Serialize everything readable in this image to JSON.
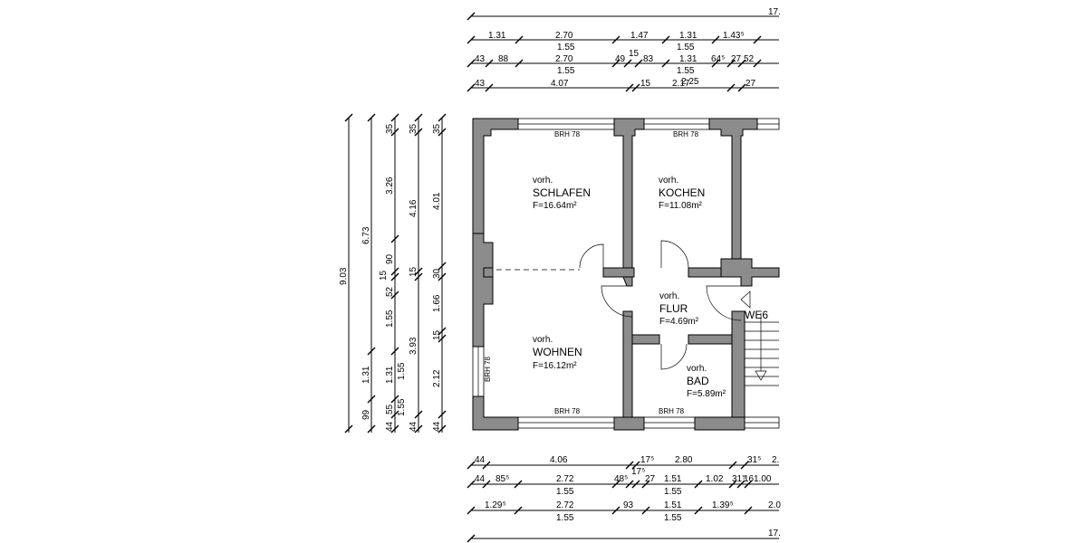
{
  "top_dims": {
    "row0": [
      "17."
    ],
    "row1a": [
      "1.31",
      "2.70",
      "1.47",
      "1.31",
      "1.43⁵"
    ],
    "row1b": [
      "1.55",
      "1.55"
    ],
    "row2a": [
      "43",
      "88",
      "2.70",
      "49",
      "15",
      "83",
      "1.31",
      "64⁵",
      "27",
      "52"
    ],
    "row2b": [
      "1.55",
      "1.55"
    ],
    "row3": [
      "43",
      "4.07",
      "15",
      "2.17",
      "2.25",
      "27"
    ]
  },
  "left_dims": {
    "col0": [
      "9.03"
    ],
    "col1": [
      "6.73",
      "1.31",
      "99"
    ],
    "col2": [
      "35",
      "3.26",
      "90",
      "15",
      "52",
      "1.55",
      "1.55",
      "1.31",
      "1.55",
      "55",
      "44"
    ],
    "col3": [
      "35",
      "4.16",
      "15",
      "3.93",
      "44"
    ],
    "col4": [
      "35",
      "4.01",
      "30",
      "1.66",
      "15",
      "2.12",
      "44"
    ]
  },
  "bottom_dims": {
    "row0": [
      "44",
      "4.06",
      "17⁵",
      "2.80",
      "31⁵",
      "2."
    ],
    "row1a": [
      "44",
      "85⁵",
      "2.72",
      "48⁵",
      "17⁵",
      "27",
      "1.51",
      "1.02",
      "31⁵",
      "16",
      "1.00"
    ],
    "row1b": [
      "1.55",
      "1.55"
    ],
    "row2a": [
      "1.29⁵",
      "2.72",
      "93",
      "1.51",
      "1.39⁵",
      "2.0"
    ],
    "row2b": [
      "1.55",
      "1.55"
    ],
    "row3": [
      "17."
    ]
  },
  "rooms": [
    {
      "pre": "vorh.",
      "name": "SCHLAFEN",
      "area": "F=16.64m²"
    },
    {
      "pre": "vorh.",
      "name": "KOCHEN",
      "area": "F=11.08m²"
    },
    {
      "pre": "vorh.",
      "name": "FLUR",
      "area": "F=4.69m²"
    },
    {
      "pre": "vorh.",
      "name": "WOHNEN",
      "area": "F=16.12m²"
    },
    {
      "pre": "vorh.",
      "name": "BAD",
      "area": "F=5.89m²"
    }
  ],
  "window_labels": [
    "BRH 78",
    "BRH 78",
    "BRH 78",
    "BRH 78",
    "BRH 78"
  ],
  "unit_label": "WE6"
}
